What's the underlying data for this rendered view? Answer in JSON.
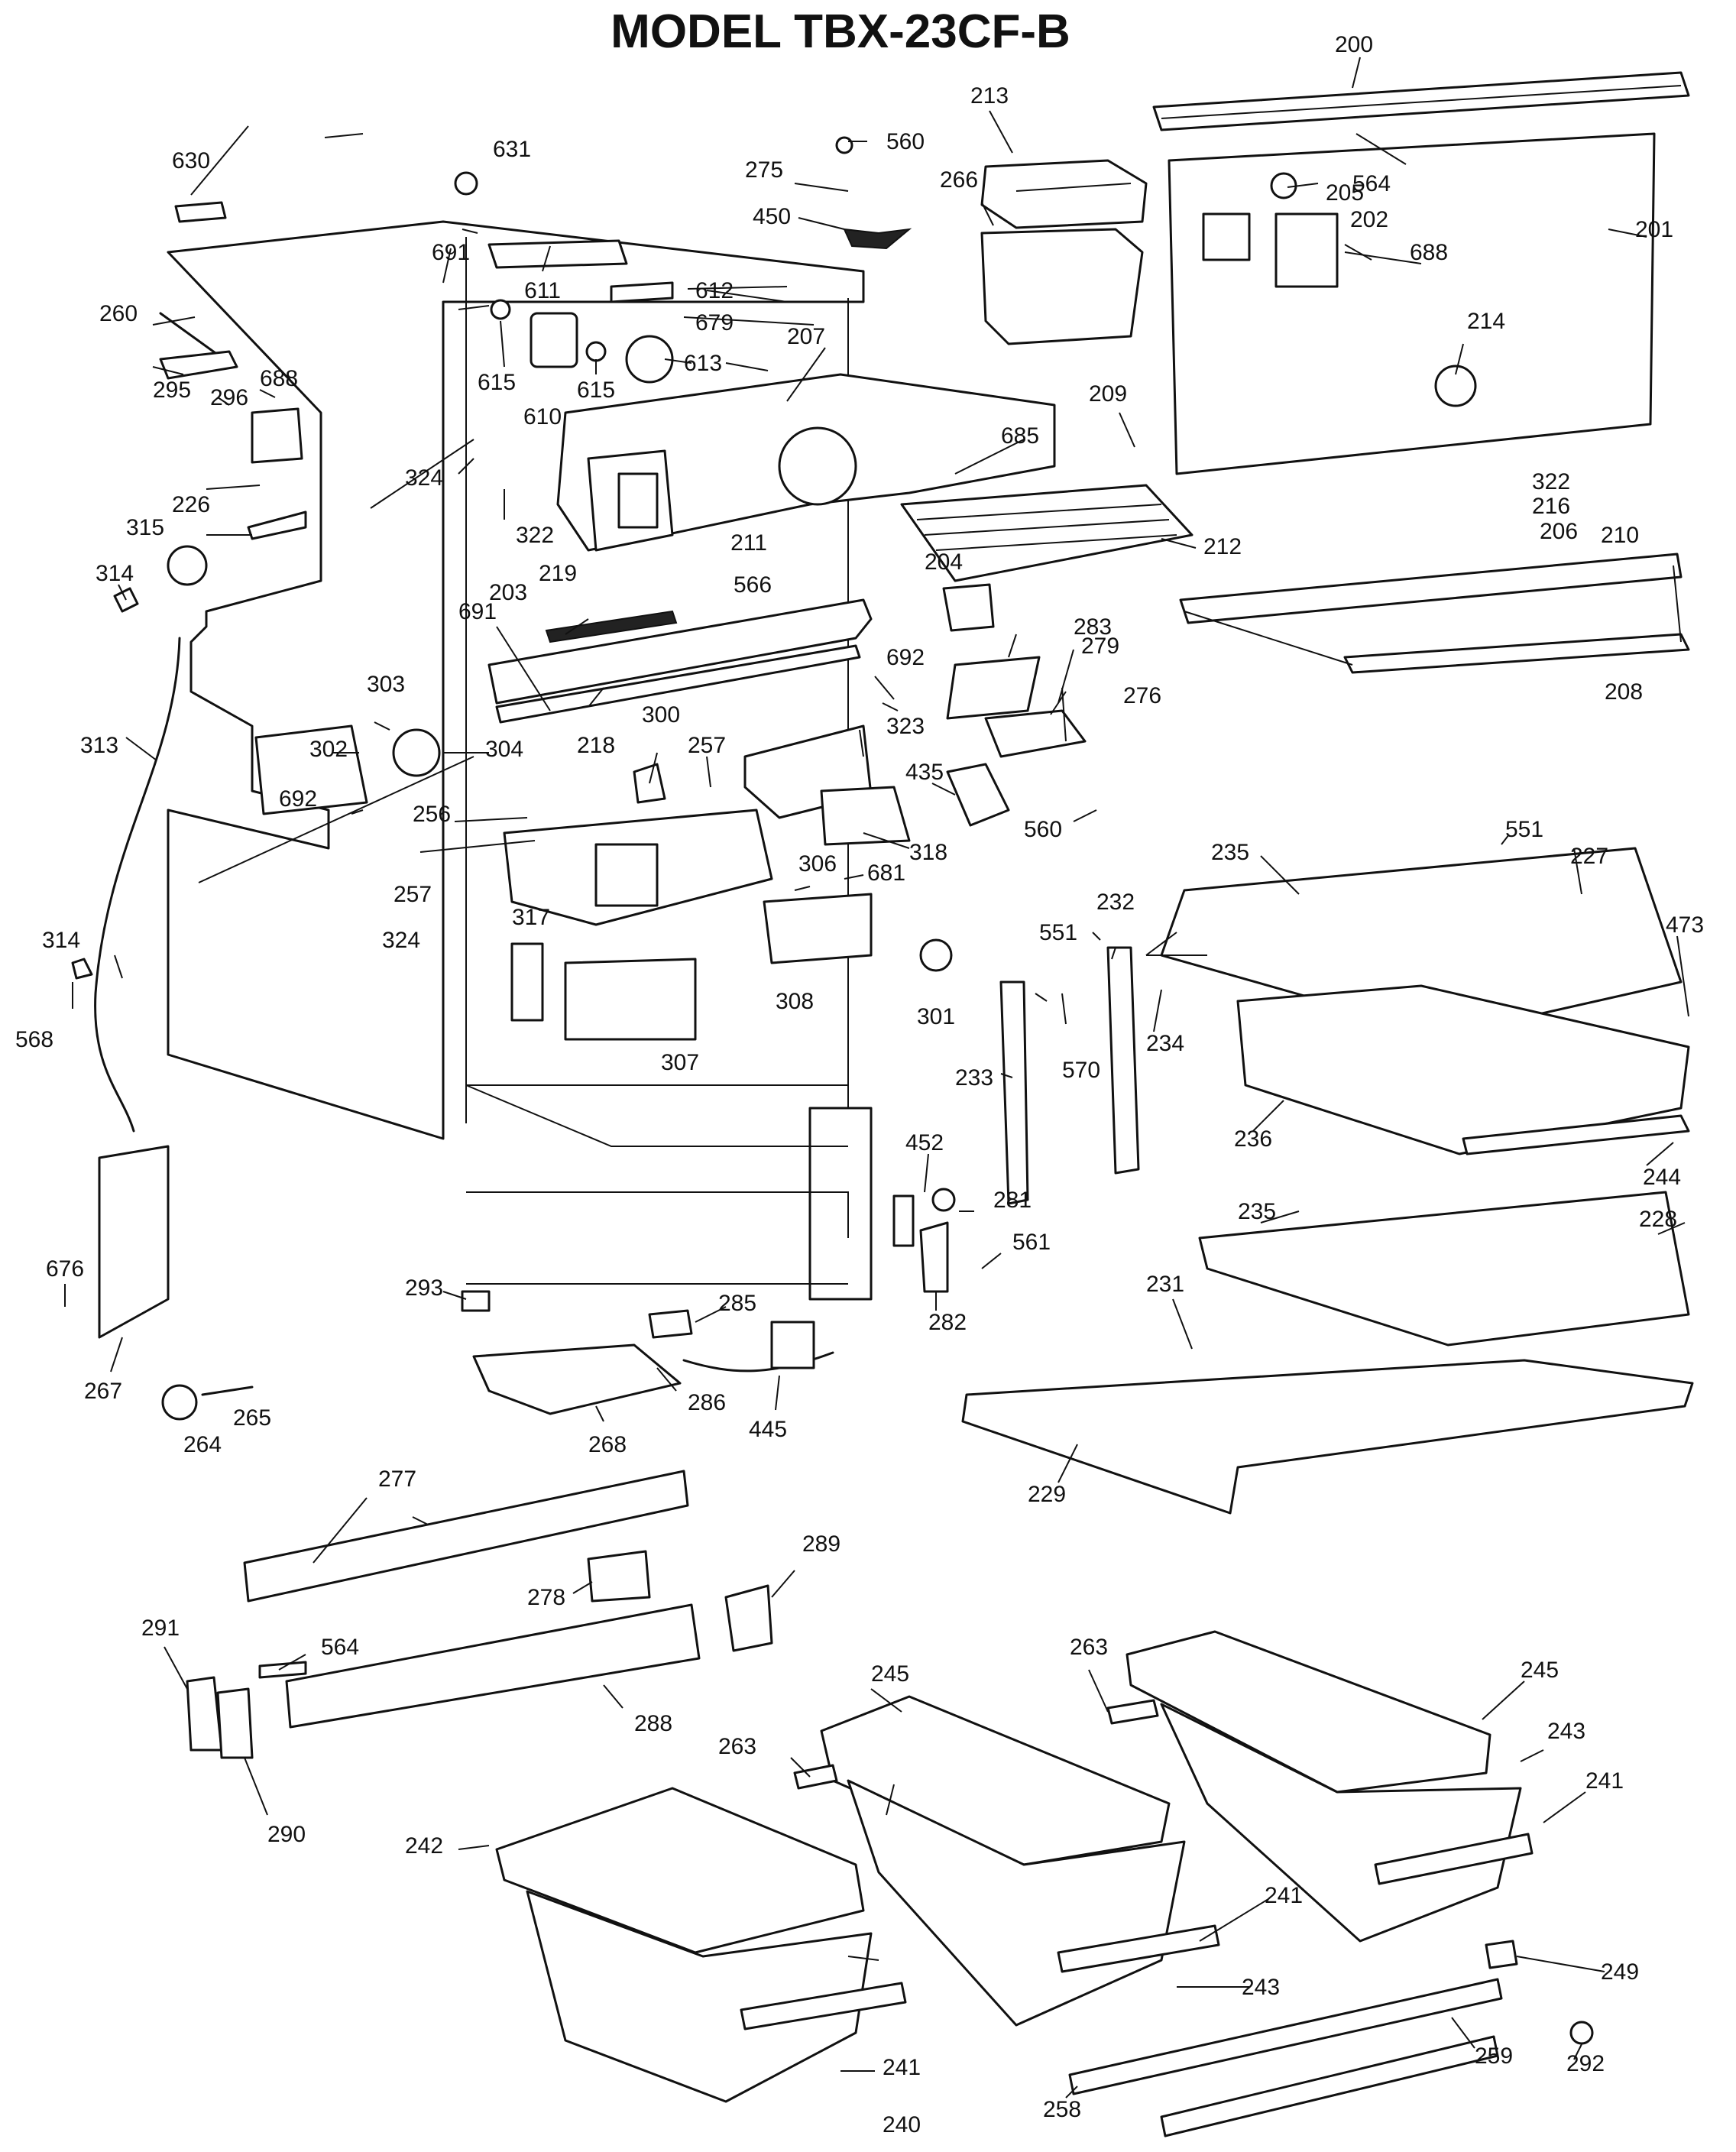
{
  "title": "MODEL TBX-23CF-B",
  "part_numbers": {
    "p200": "200",
    "p201": "201",
    "p202": "202",
    "p203": "203",
    "p204": "204",
    "p205": "205",
    "p206": "206",
    "p207": "207",
    "p208": "208",
    "p209": "209",
    "p210": "210",
    "p211": "211",
    "p212": "212",
    "p213": "213",
    "p214": "214",
    "p216": "216",
    "p218": "218",
    "p219": "219",
    "p226": "226",
    "p227": "227",
    "p228": "228",
    "p229": "229",
    "p231": "231",
    "p232": "232",
    "p233": "233",
    "p234": "234",
    "p235a": "235",
    "p235b": "235",
    "p236": "236",
    "p240": "240",
    "p241a": "241",
    "p241b": "241",
    "p241c": "241",
    "p242": "242",
    "p243a": "243",
    "p243b": "243",
    "p244": "244",
    "p245a": "245",
    "p245b": "245",
    "p249": "249",
    "p256": "256",
    "p257a": "257",
    "p257b": "257",
    "p258": "258",
    "p259": "259",
    "p260": "260",
    "p263a": "263",
    "p263b": "263",
    "p264": "264",
    "p265": "265",
    "p266": "266",
    "p267": "267",
    "p268": "268",
    "p275": "275",
    "p276": "276",
    "p277": "277",
    "p278": "278",
    "p279": "279",
    "p281": "281",
    "p282": "282",
    "p283": "283",
    "p285": "285",
    "p286": "286",
    "p288": "288",
    "p289": "289",
    "p290": "290",
    "p291": "291",
    "p292": "292",
    "p293": "293",
    "p295": "295",
    "p296": "296",
    "p300": "300",
    "p301": "301",
    "p302": "302",
    "p303": "303",
    "p304": "304",
    "p306": "306",
    "p307": "307",
    "p308": "308",
    "p313": "313",
    "p314a": "314",
    "p314b": "314",
    "p315": "315",
    "p317": "317",
    "p318": "318",
    "p322a": "322",
    "p322b": "322",
    "p323": "323",
    "p324a": "324",
    "p324b": "324",
    "p435": "435",
    "p445": "445",
    "p450": "450",
    "p452": "452",
    "p473": "473",
    "p551a": "551",
    "p551b": "551",
    "p560a": "560",
    "p560b": "560",
    "p561": "561",
    "p564a": "564",
    "p564b": "564",
    "p566": "566",
    "p568": "568",
    "p570": "570",
    "p610": "610",
    "p611": "611",
    "p612": "612",
    "p613": "613",
    "p615a": "615",
    "p615b": "615",
    "p630": "630",
    "p631": "631",
    "p676": "676",
    "p679": "679",
    "p681": "681",
    "p685": "685",
    "p688a": "688",
    "p688b": "688",
    "p691a": "691",
    "p691b": "691",
    "p692a": "692",
    "p692b": "692"
  }
}
